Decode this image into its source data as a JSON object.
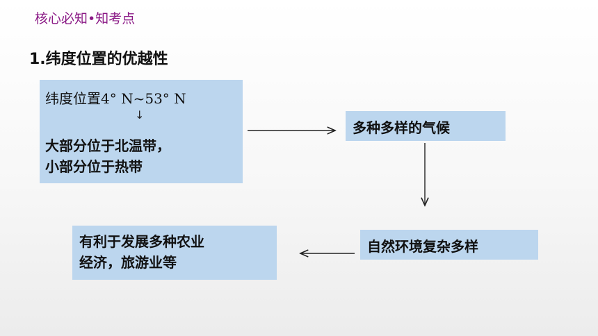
{
  "header": {
    "title": "核心必知•知考点"
  },
  "section": {
    "title": "1.纬度位置的优越性"
  },
  "diagram": {
    "latitude_box": {
      "range_text": "纬度位置4° N~53° N",
      "inner_arrow": "↓",
      "zones_line1": "大部分位于北温带，",
      "zones_line2": "小部分位于热带"
    },
    "climate_box": {
      "text": "多种多样的气候"
    },
    "environment_box": {
      "text": "自然环境复杂多样"
    },
    "benefit_box": {
      "line1": "有利于发展多种农业",
      "line2": "经济，旅游业等"
    }
  }
}
